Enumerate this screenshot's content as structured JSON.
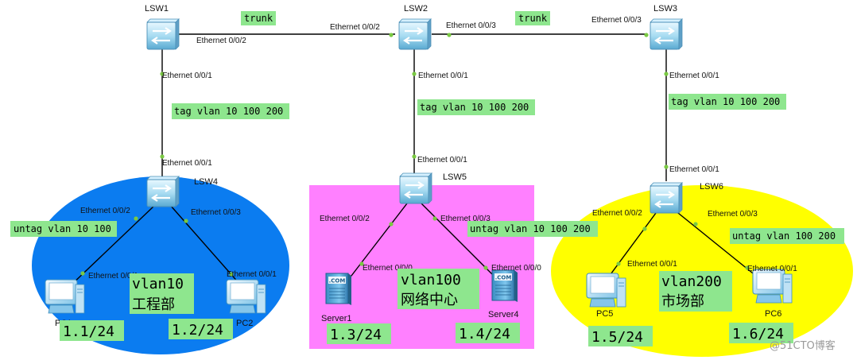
{
  "colors": {
    "label_bg": "#8ee68e",
    "zone_vlan10": "#0b7cf0",
    "zone_vlan100": "#ff80ff",
    "zone_vlan200": "#ffff00",
    "link": "#000000",
    "port_dot": "#7ac943"
  },
  "devices": {
    "lsw1": {
      "name": "LSW1",
      "icon": "switch-icon"
    },
    "lsw2": {
      "name": "LSW2",
      "icon": "switch-icon"
    },
    "lsw3": {
      "name": "LSW3",
      "icon": "switch-icon"
    },
    "lsw4": {
      "name": "LSW4",
      "icon": "switch-icon"
    },
    "lsw5": {
      "name": "LSW5",
      "icon": "switch-icon"
    },
    "lsw6": {
      "name": "LSW6",
      "icon": "switch-icon"
    },
    "pc1": {
      "name": "PC1",
      "icon": "pc-icon"
    },
    "pc2": {
      "name": "PC2",
      "icon": "pc-icon"
    },
    "pc5": {
      "name": "PC5",
      "icon": "pc-icon"
    },
    "pc6": {
      "name": "PC6",
      "icon": "pc-icon"
    },
    "server1": {
      "name": "Server1",
      "icon": "server-icon"
    },
    "server4": {
      "name": "Server4",
      "icon": "server-icon"
    }
  },
  "ports": {
    "lsw1_e002": "Ethernet 0/0/2",
    "lsw2_e002": "Ethernet 0/0/2",
    "lsw2_e003": "Ethernet 0/0/3",
    "lsw3_e003": "Ethernet 0/0/3",
    "lsw1_e001": "Ethernet 0/0/1",
    "lsw2_e001": "Ethernet 0/0/1",
    "lsw3_e001": "Ethernet 0/0/1",
    "lsw4_e001": "Ethernet 0/0/1",
    "lsw5_e001": "Ethernet 0/0/1",
    "lsw6_e001": "Ethernet 0/0/1",
    "lsw4_e002": "Ethernet 0/0/2",
    "lsw4_e003": "Ethernet 0/0/3",
    "lsw5_e002": "Ethernet 0/0/2",
    "lsw5_e003": "Ethernet 0/0/3",
    "lsw6_e002": "Ethernet 0/0/2",
    "lsw6_e003": "Ethernet 0/0/3",
    "pc1_e001": "Ethernet 0/0/1",
    "pc2_e001": "Ethernet 0/0/1",
    "server1_e000": "Ethernet 0/0/0",
    "server4_e000": "Ethernet 0/0/0",
    "pc5_e001": "Ethernet 0/0/1",
    "pc6_e001": "Ethernet 0/0/1"
  },
  "links": {
    "trunk1": "trunk",
    "trunk2": "trunk",
    "tag1": "tag vlan 10 100 200",
    "tag2": "tag vlan 10 100 200",
    "tag3": "tag vlan 10 100 200",
    "untag4": "untag vlan 10 100",
    "untag5": "untag vlan 10 100 200",
    "untag6": "untag vlan 100 200"
  },
  "zones": {
    "vlan10": {
      "vlan": "vlan10",
      "dept": "工程部"
    },
    "vlan100": {
      "vlan": "vlan100",
      "dept": "网络中心"
    },
    "vlan200": {
      "vlan": "vlan200",
      "dept": "市场部"
    }
  },
  "addresses": {
    "pc1": "1.1/24",
    "pc2": "1.2/24",
    "server1": "1.3/24",
    "server4": "1.4/24",
    "pc5": "1.5/24",
    "pc6": "1.6/24"
  },
  "watermark": "@51CTO博客"
}
